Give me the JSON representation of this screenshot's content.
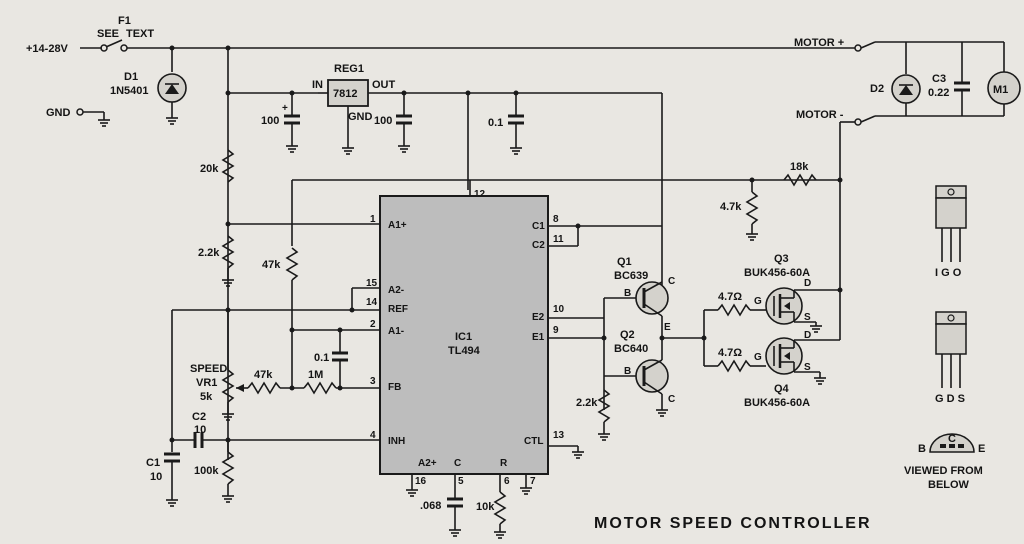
{
  "title": "MOTOR SPEED CONTROLLER",
  "supply": {
    "input": "+14-28V",
    "fuse_ref": "F1",
    "fuse_note_1": "SEE",
    "fuse_note_2": "TEXT",
    "gnd": "GND"
  },
  "d1": {
    "ref": "D1",
    "part": "1N5401"
  },
  "reg1": {
    "ref": "REG1",
    "part": "7812",
    "in": "IN",
    "out": "OUT",
    "gnd": "GND"
  },
  "caps": {
    "c_in": "100",
    "c_out": "100",
    "c_dec": "0.1",
    "c_fb": "0.1",
    "c_timing": ".068",
    "c2_ref": "C2",
    "c2_val": "10",
    "c1_ref": "C1",
    "c1_val": "10"
  },
  "resistors": {
    "r_20k": "20k",
    "r_2k2_a": "2.2k",
    "r_47k_v": "47k",
    "r_47k_h": "47k",
    "r_1m": "1M",
    "r_100k": "100k",
    "r_10k": "10k",
    "r_18k": "18k",
    "r_4k7": "4.7k",
    "r_2k2_b": "2.2k",
    "r_gate_1": "4.7Ω",
    "r_gate_2": "4.7Ω"
  },
  "vr1": {
    "name": "SPEED",
    "ref": "VR1",
    "val": "5k"
  },
  "ic1": {
    "ref": "IC1",
    "part": "TL494",
    "pins_left": [
      {
        "num": "1",
        "name": "A1+"
      },
      {
        "num": "15",
        "name": "A2-"
      },
      {
        "num": "14",
        "name": "REF"
      },
      {
        "num": "2",
        "name": "A1-"
      },
      {
        "num": "3",
        "name": "FB"
      },
      {
        "num": "4",
        "name": "INH"
      }
    ],
    "pins_right": [
      {
        "num": "8",
        "name": "C1"
      },
      {
        "num": "11",
        "name": "C2"
      },
      {
        "num": "10",
        "name": "E2"
      },
      {
        "num": "9",
        "name": "E1"
      },
      {
        "num": "13",
        "name": "CTL"
      }
    ],
    "pins_bottom": [
      {
        "num": "16",
        "name": "A2+"
      },
      {
        "num": "5",
        "name": "C"
      },
      {
        "num": "6",
        "name": "R"
      },
      {
        "num": "7",
        "name": ""
      }
    ],
    "pin_top": "12"
  },
  "q1": {
    "ref": "Q1",
    "part": "BC639",
    "b": "B",
    "c": "C"
  },
  "q2": {
    "ref": "Q2",
    "part": "BC640",
    "b": "B",
    "c": "C",
    "e": "E"
  },
  "q3": {
    "ref": "Q3",
    "part": "BUK456-60A",
    "g": "G",
    "d": "D",
    "s": "S"
  },
  "q4": {
    "ref": "Q4",
    "part": "BUK456-60A",
    "g": "G",
    "d": "D",
    "s": "S"
  },
  "motor": {
    "plus": "MOTOR +",
    "minus": "MOTOR -",
    "m1": "M1",
    "d2": "D2",
    "c3_ref": "C3",
    "c3_val": "0.22"
  },
  "pinouts": {
    "mosfet_caption": "I G O",
    "mosfet_caption_2": "G D S",
    "to92_b": "B",
    "to92_c": "C",
    "to92_e": "E",
    "viewed_1": "VIEWED FROM",
    "viewed_2": "BELOW"
  }
}
